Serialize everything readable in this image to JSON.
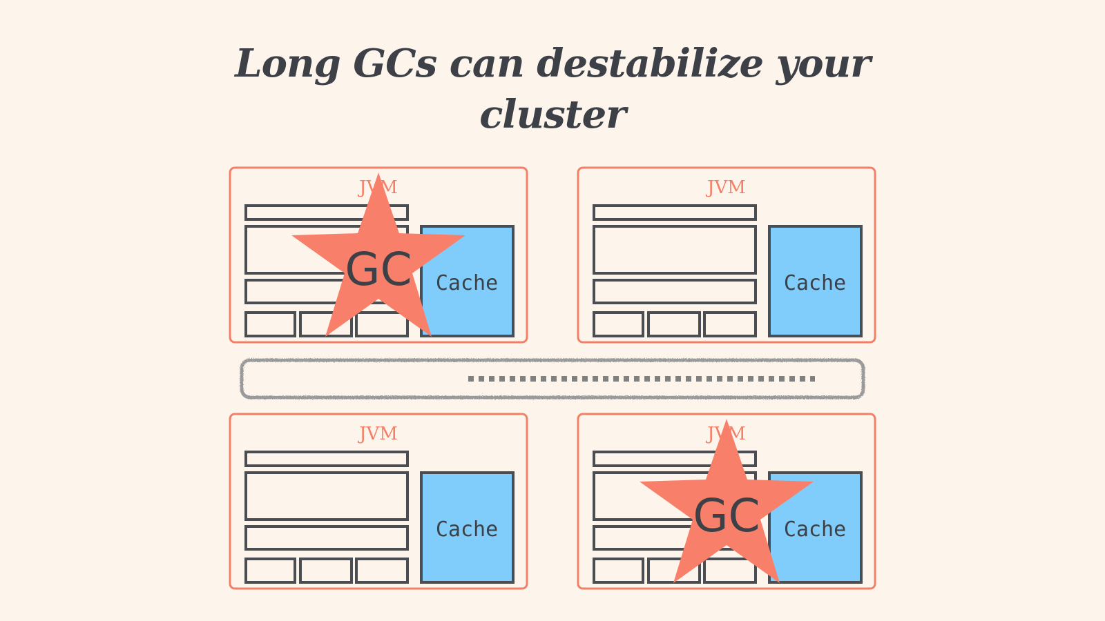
{
  "slide": {
    "title_line1": "Long GCs can destabilize your",
    "title_line2": "cluster"
  },
  "colors": {
    "background": "#fdf5ec",
    "jvm_border": "#f47f67",
    "gc_star": "#f8806b",
    "cache_fill": "#80cdfb",
    "outline": "#4a4d52",
    "network": "#8a8a8a"
  },
  "jvms": [
    {
      "label": "JVM",
      "cache_label": "Cache",
      "gc_label": "GC",
      "has_gc": true
    },
    {
      "label": "JVM",
      "cache_label": "Cache",
      "gc_label": "",
      "has_gc": false
    },
    {
      "label": "JVM",
      "cache_label": "Cache",
      "gc_label": "",
      "has_gc": false
    },
    {
      "label": "JVM",
      "cache_label": "Cache",
      "gc_label": "GC",
      "has_gc": true
    }
  ]
}
